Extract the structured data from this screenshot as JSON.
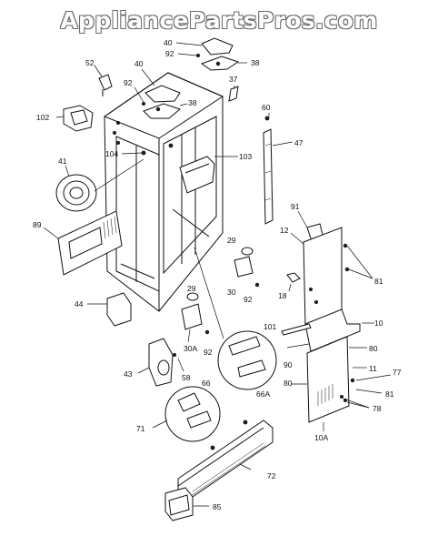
{
  "watermark": "AppliancePartsPros.com",
  "labels": {
    "l40a": "40",
    "l92a": "92",
    "l38a": "38",
    "l52": "52",
    "l40b": "40",
    "l92b": "92",
    "l38b": "38",
    "l37": "37",
    "l102": "102",
    "l104": "104",
    "l103": "103",
    "l41": "41",
    "l60": "60",
    "l47": "47",
    "l89": "89",
    "l91": "91",
    "l12": "12",
    "l29a": "29",
    "l30a": "30",
    "l92c": "92",
    "l81a": "81",
    "l18": "18",
    "l44": "44",
    "l29b": "29",
    "l101": "101",
    "l10": "10",
    "l30A": "30A",
    "l92d": "92",
    "l80a": "80",
    "l90": "90",
    "l11": "11",
    "l43": "43",
    "l58": "58",
    "l66": "66",
    "l66A": "66A",
    "l77": "77",
    "l80b": "80",
    "l81b": "81",
    "l78": "78",
    "l10A": "10A",
    "l71": "71",
    "l72": "72",
    "l85": "85"
  }
}
